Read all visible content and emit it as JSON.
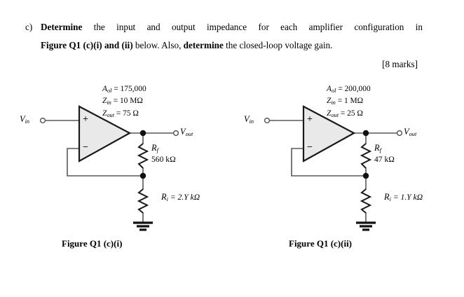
{
  "question": {
    "marker": "c)",
    "line1_bold_lead": "Determine",
    "line1_rest": "the input and output impedance for each amplifier configuration in",
    "line2_bold_a": "Figure Q1 (c)(i) and (ii)",
    "line2_mid": "below. Also,",
    "line2_bold_b": "determine",
    "line2_rest": "the closed-loop voltage gain.",
    "marks": "[8 marks]"
  },
  "figures": [
    {
      "id": "c-i",
      "caption": "Figure Q1 (c)(i)",
      "specs": {
        "aol_symbol": "A",
        "aol_sub": "ol",
        "aol_value": "= 175,000",
        "zin_symbol": "Z",
        "zin_sub": "in",
        "zin_value": "= 10 MΩ",
        "zout_symbol": "Z",
        "zout_sub": "out",
        "zout_value": "= 75 Ω"
      },
      "vin_symbol": "V",
      "vin_sub": "in",
      "vout_symbol": "V",
      "vout_sub": "out",
      "plus_sign": "+",
      "minus_sign": "−",
      "rf_symbol": "R",
      "rf_sub": "f",
      "rf_value": "560 kΩ",
      "ri_text_symbol": "R",
      "ri_text_sub": "i",
      "ri_text_value": "= 2.Y kΩ"
    },
    {
      "id": "c-ii",
      "caption": "Figure Q1 (c)(ii)",
      "specs": {
        "aol_symbol": "A",
        "aol_sub": "ol",
        "aol_value": "= 200,000",
        "zin_symbol": "Z",
        "zin_sub": "in",
        "zin_value": "= 1 MΩ",
        "zout_symbol": "Z",
        "zout_sub": "out",
        "zout_value": "= 25 Ω"
      },
      "vin_symbol": "V",
      "vin_sub": "in",
      "vout_symbol": "V",
      "vout_sub": "out",
      "plus_sign": "+",
      "minus_sign": "−",
      "rf_symbol": "R",
      "rf_sub": "f",
      "rf_value": "47 kΩ",
      "ri_text_symbol": "R",
      "ri_text_sub": "i",
      "ri_text_value": "= 1.Y kΩ"
    }
  ],
  "colors": {
    "page_background": "#ffffff",
    "ink": "#000000",
    "wire": "#585858",
    "opamp_fill": "#e9e9e9",
    "opamp_stroke": "#1a1a1a"
  }
}
